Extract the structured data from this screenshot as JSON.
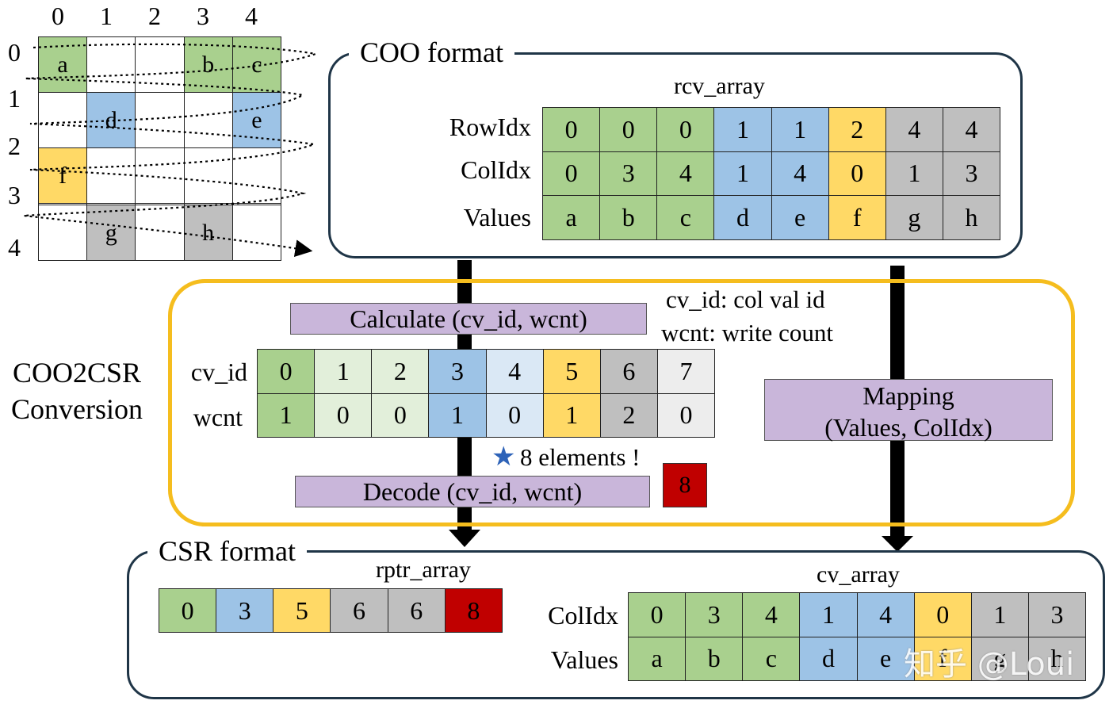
{
  "colors": {
    "green": "#a9d08e",
    "light_green": "#e2efda",
    "blue": "#9dc3e6",
    "light_blue": "#dae8f5",
    "yellow": "#ffd966",
    "gray": "#bfbfbf",
    "light_gray": "#ededed",
    "red": "#c00000",
    "purple": "#c9b6da",
    "border_dark": "#1f3547",
    "border_gold": "#f5bd1e"
  },
  "matrix": {
    "col_headers": [
      "0",
      "1",
      "2",
      "3",
      "4"
    ],
    "row_headers": [
      "0",
      "1",
      "2",
      "3",
      "4"
    ],
    "rows": [
      [
        {
          "v": "a",
          "c": "green"
        },
        {
          "v": "",
          "c": ""
        },
        {
          "v": "",
          "c": ""
        },
        {
          "v": "b",
          "c": "green"
        },
        {
          "v": "c",
          "c": "green"
        }
      ],
      [
        {
          "v": "",
          "c": ""
        },
        {
          "v": "d",
          "c": "blue"
        },
        {
          "v": "",
          "c": ""
        },
        {
          "v": "",
          "c": ""
        },
        {
          "v": "e",
          "c": "blue"
        }
      ],
      [
        {
          "v": "f",
          "c": "yellow"
        },
        {
          "v": "",
          "c": ""
        },
        {
          "v": "",
          "c": ""
        },
        {
          "v": "",
          "c": ""
        },
        {
          "v": "",
          "c": ""
        }
      ],
      [
        {
          "v": "",
          "c": ""
        },
        {
          "v": "",
          "c": ""
        },
        {
          "v": "",
          "c": ""
        },
        {
          "v": "",
          "c": ""
        },
        {
          "v": "",
          "c": ""
        }
      ],
      [
        {
          "v": "",
          "c": ""
        },
        {
          "v": "g",
          "c": "gray"
        },
        {
          "v": "",
          "c": ""
        },
        {
          "v": "h",
          "c": "gray"
        },
        {
          "v": "",
          "c": ""
        }
      ]
    ]
  },
  "coo": {
    "title": "COO format",
    "array_label": "rcv_array",
    "row_labels": [
      "RowIdx",
      "ColIdx",
      "Values"
    ],
    "rows": [
      [
        "0",
        "0",
        "0",
        "1",
        "1",
        "2",
        "4",
        "4"
      ],
      [
        "0",
        "3",
        "4",
        "1",
        "4",
        "0",
        "1",
        "3"
      ],
      [
        "a",
        "b",
        "c",
        "d",
        "e",
        "f",
        "g",
        "h"
      ]
    ],
    "col_colors": [
      "green",
      "green",
      "green",
      "blue",
      "blue",
      "yellow",
      "gray",
      "gray"
    ]
  },
  "conversion": {
    "title_line1": "COO2CSR",
    "title_line2": "Conversion",
    "calculate_label": "Calculate (cv_id, wcnt)",
    "legend_line1": "cv_id: col val id",
    "legend_line2": "wcnt: write count",
    "row_labels": [
      "cv_id",
      "wcnt"
    ],
    "rows": [
      [
        "0",
        "1",
        "2",
        "3",
        "4",
        "5",
        "6",
        "7"
      ],
      [
        "1",
        "0",
        "0",
        "1",
        "0",
        "1",
        "2",
        "0"
      ]
    ],
    "col_colors": [
      "green",
      "light_green",
      "light_green",
      "blue",
      "light_blue",
      "yellow",
      "gray",
      "light_gray"
    ],
    "note_star": "★",
    "note_text": "8 elements !",
    "count_box": "8",
    "decode_label": "Decode (cv_id, wcnt)",
    "mapping_line1": "Mapping",
    "mapping_line2": "(Values, ColIdx)"
  },
  "csr": {
    "title": "CSR format",
    "rptr_label": "rptr_array",
    "rptr_values": [
      "0",
      "3",
      "5",
      "6",
      "6",
      "8"
    ],
    "rptr_colors": [
      "green",
      "blue",
      "yellow",
      "gray",
      "gray",
      "red"
    ],
    "cv_label": "cv_array",
    "row_labels": [
      "ColIdx",
      "Values"
    ],
    "rows": [
      [
        "0",
        "3",
        "4",
        "1",
        "4",
        "0",
        "1",
        "3"
      ],
      [
        "a",
        "b",
        "c",
        "d",
        "e",
        "f",
        "g",
        "h"
      ]
    ],
    "col_colors": [
      "green",
      "green",
      "green",
      "blue",
      "blue",
      "yellow",
      "gray",
      "gray"
    ]
  },
  "watermark": "知乎 @Loui"
}
